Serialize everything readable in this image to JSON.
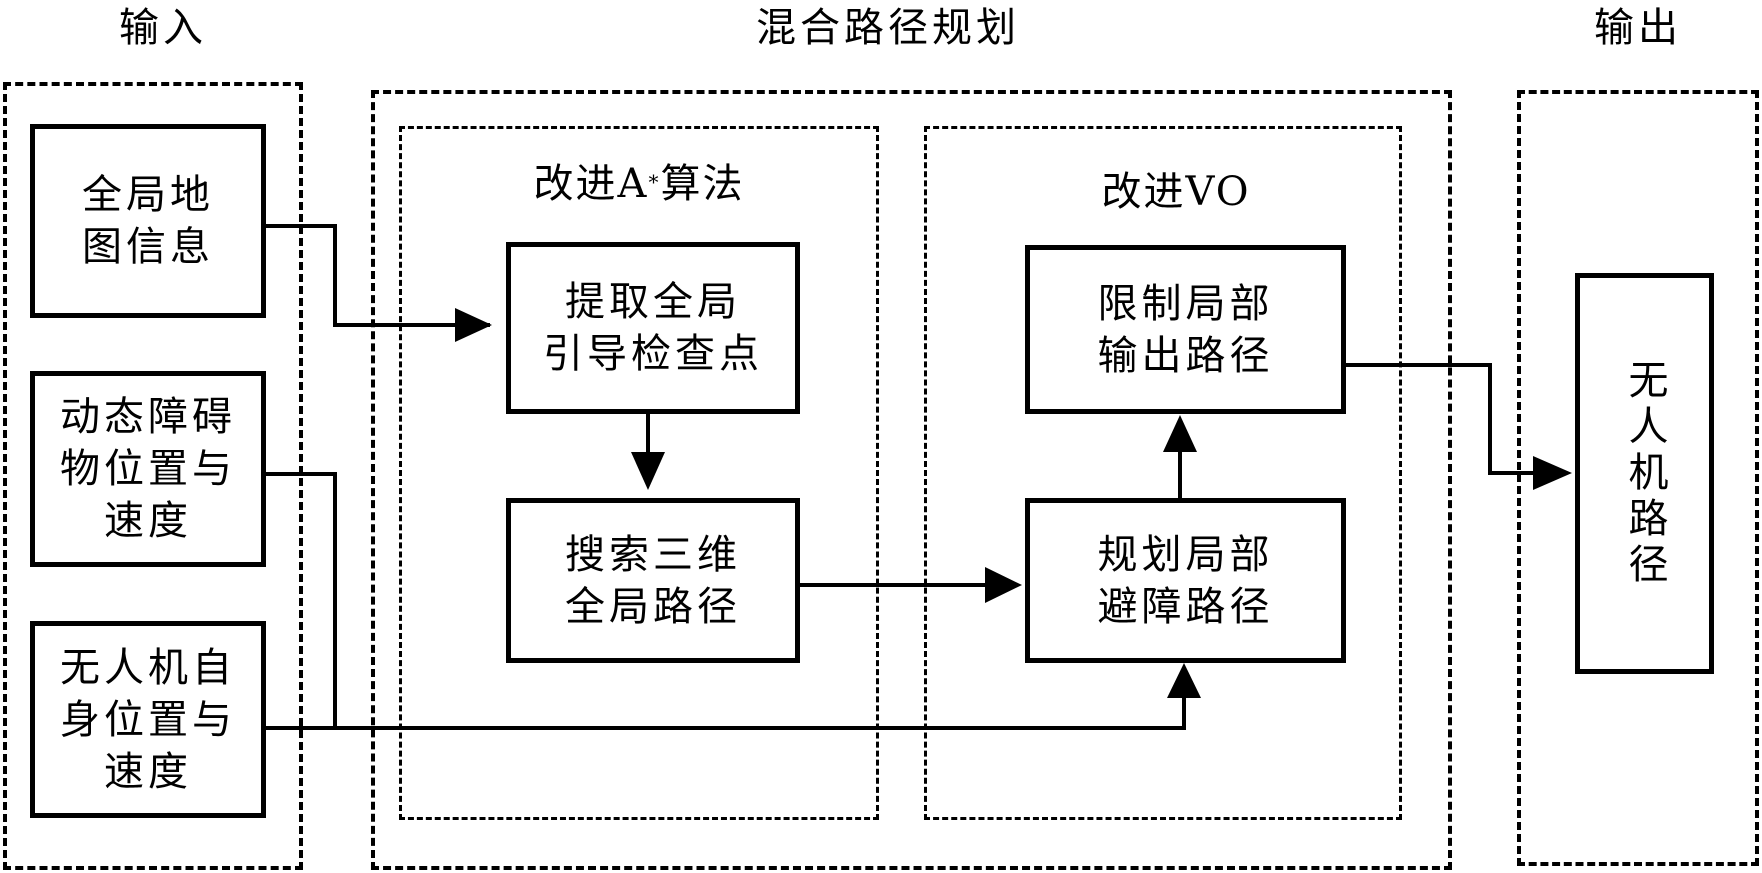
{
  "sections": {
    "input": {
      "title": "输入"
    },
    "hybrid": {
      "title": "混合路径规划"
    },
    "output": {
      "title": "输出"
    }
  },
  "modules": {
    "astar": {
      "title_prefix": "改进A",
      "title_sup": "*",
      "title_suffix": "算法"
    },
    "vo": {
      "title": "改进VO"
    }
  },
  "nodes": {
    "global_map": "全局地图信息",
    "dynamic_obstacle": "动态障碍物位置与速度",
    "uav_state": "无人机自身位置与速度",
    "extract_checkpoints": "提取全局引导检查点",
    "search_global_path": "搜索三维全局路径",
    "limit_output_path": "限制局部输出路径",
    "plan_avoid_path": "规划局部避障路径",
    "uav_path": "无人机路径"
  },
  "node_lines": {
    "global_map": [
      "全局地",
      "图信息"
    ],
    "dynamic_obstacle": [
      "动态障碍",
      "物位置与",
      "速度"
    ],
    "uav_state": [
      "无人机自",
      "身位置与",
      "速度"
    ],
    "extract_checkpoints": [
      "提取全局",
      "引导检查点"
    ],
    "search_global_path": [
      "搜索三维",
      "全局路径"
    ],
    "limit_output_path": [
      "限制局部",
      "输出路径"
    ],
    "plan_avoid_path": [
      "规划局部",
      "避障路径"
    ],
    "uav_path": [
      "无人机路径"
    ]
  },
  "edges": [
    {
      "from": "global_map",
      "to": "extract_checkpoints"
    },
    {
      "from": "extract_checkpoints",
      "to": "search_global_path"
    },
    {
      "from": "search_global_path",
      "to": "plan_avoid_path"
    },
    {
      "from": "dynamic_obstacle",
      "to": "plan_avoid_path"
    },
    {
      "from": "uav_state",
      "to": "plan_avoid_path"
    },
    {
      "from": "plan_avoid_path",
      "to": "limit_output_path"
    },
    {
      "from": "limit_output_path",
      "to": "uav_path"
    }
  ]
}
